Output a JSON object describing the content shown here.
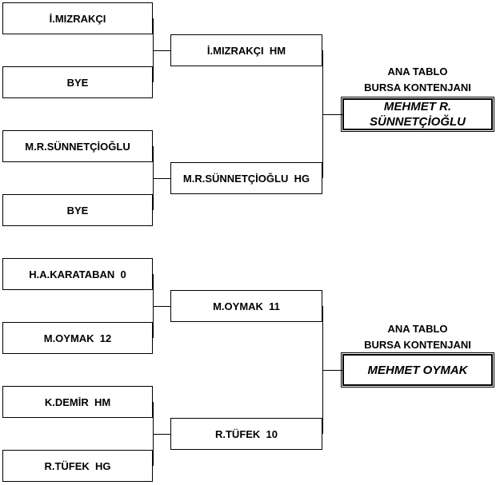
{
  "group1": {
    "round1": [
      "İ.MIZRAKÇI",
      "BYE",
      "M.R.SÜNNETÇİOĞLU",
      "BYE"
    ],
    "round2": [
      "İ.MIZRAKÇI  HM",
      "M.R.SÜNNETÇİOĞLU  HG"
    ],
    "header_line1": "ANA TABLO",
    "header_line2": "BURSA KONTENJANI",
    "winner": "MEHMET R. SÜNNETÇİOĞLU"
  },
  "group2": {
    "round1": [
      "H.A.KARATABAN  0",
      "M.OYMAK  12",
      "K.DEMİR  HM",
      "R.TÜFEK  HG"
    ],
    "round2": [
      "M.OYMAK  11",
      "R.TÜFEK  10"
    ],
    "header_line1": "ANA TABLO",
    "header_line2": "BURSA KONTENJANI",
    "winner": "MEHMET OYMAK"
  }
}
